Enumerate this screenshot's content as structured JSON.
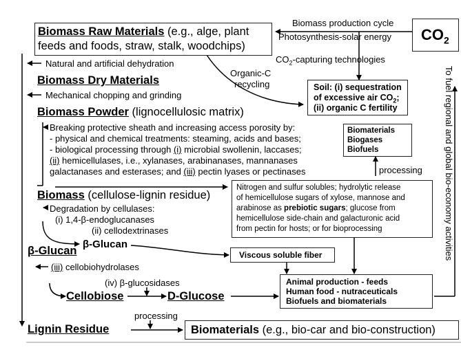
{
  "raw_materials": {
    "title": "Biomass Raw Materials",
    "rest1": " (e.g., alge, plant",
    "line2": "feeds and foods, straw, stalk, woodchips)"
  },
  "co2": {
    "main": "CO",
    "sub": "2"
  },
  "cycle": {
    "line1": "Biomass production cycle",
    "line2": "Photosynthesis-solar energy"
  },
  "capture": {
    "pre": "CO",
    "sub": "2",
    "post": "-capturing  technologies"
  },
  "dehydration": "Natural and artificial dehydration",
  "organic_c": {
    "line1": "Organic-C",
    "line2": "recycling"
  },
  "soil": {
    "line1a": "Soil: (i) sequestration",
    "line2a": "of excessive air CO",
    "line2sub": "2",
    "line2b": ";",
    "line3": "(ii) organic C fertility"
  },
  "dry_materials": "Biomass Dry Materials",
  "chopping": "Mechanical chopping and grinding",
  "powder": {
    "title": "Biomass Powder",
    "rest": " (lignocellulosic matrix)"
  },
  "pretreat": {
    "l1": "Breaking protective sheath and increasing access porosity by:",
    "l2": "- physical and chemical treatments: steaming, acids and bases;",
    "l3a": "- biological processing through ",
    "l3i": "(i)",
    "l3b": " microbial swollenin, laccases;",
    "l4ii": "(ii)",
    "l4b": " hemicellulases, i.e., xylanases, arabinanases, mannanases",
    "l5a": "galactanases and esterases; and ",
    "l5iii": "(iii)",
    "l5b": " pectin lyases or pectinases"
  },
  "products_box": {
    "l1": "Biomaterials",
    "l2": "Biogases",
    "l3": "Biofuels"
  },
  "processing_1": "processing",
  "biomass": {
    "title": "Biomass",
    "rest": " (cellulose-lignin residue)"
  },
  "solubles": {
    "l1": "Nitrogen and sulfur solubles; hydrolytic release",
    "l2": "of hemicellulose sugars of xylose, mannose and",
    "l3a": "arabinose as ",
    "l3b": "prebiotic sugars",
    "l3c": "; glucose from",
    "l4": "hemicellulose side-chain and galacturonic acid",
    "l5": "from pectin for hosts; or for bioprocessing"
  },
  "degradation": {
    "l1": "Degradation by cellulases:",
    "l2": "(i) 1,4-β-endoglucanases",
    "l3": "(ii) cellodextrinases"
  },
  "beta_glucan_right": "β-Glucan",
  "beta_glucan_left": "β-Glucan",
  "fiber": "Viscous soluble fiber",
  "cellobiohydrolases": {
    "pre": "(iii)",
    "post": " cellobiohydrolases"
  },
  "glucosidases": "(iv) β-glucosidases",
  "cellobiose": "Cellobiose",
  "d_glucose": "D-Glucose",
  "animal_box": {
    "l1": "Animal production - feeds",
    "l2": "Human food - nutraceuticals",
    "l3": "Biofuels and biomaterials"
  },
  "side_label": "To fuel regional and global bio-economy activities",
  "processing_2": "processing",
  "lignin": "Lignin Residue",
  "biomaterials_box": {
    "title": "Biomaterials",
    "rest": " (e.g., bio-car and bio-construction)"
  }
}
